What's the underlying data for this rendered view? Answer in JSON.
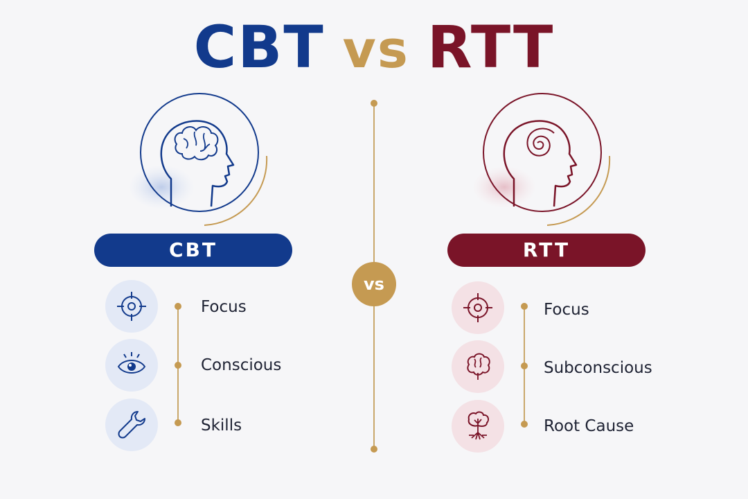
{
  "title": {
    "left": "CBT",
    "vs": "vs",
    "right": "RTT"
  },
  "center_badge": "vs",
  "colors": {
    "blue": "#123a8c",
    "red": "#7a1428",
    "gold": "#c59a52"
  },
  "left": {
    "label": "CBT",
    "hero_icon": "head-brain-icon",
    "items": [
      {
        "label": "Focus",
        "icon": "target-icon"
      },
      {
        "label": "Conscious",
        "icon": "eye-icon"
      },
      {
        "label": "Skills",
        "icon": "wrench-icon"
      }
    ]
  },
  "right": {
    "label": "RTT",
    "hero_icon": "head-spiral-icon",
    "items": [
      {
        "label": "Focus",
        "icon": "target-icon"
      },
      {
        "label": "Subconscious",
        "icon": "brain-icon"
      },
      {
        "label": "Root Cause",
        "icon": "tree-roots-icon"
      }
    ]
  }
}
